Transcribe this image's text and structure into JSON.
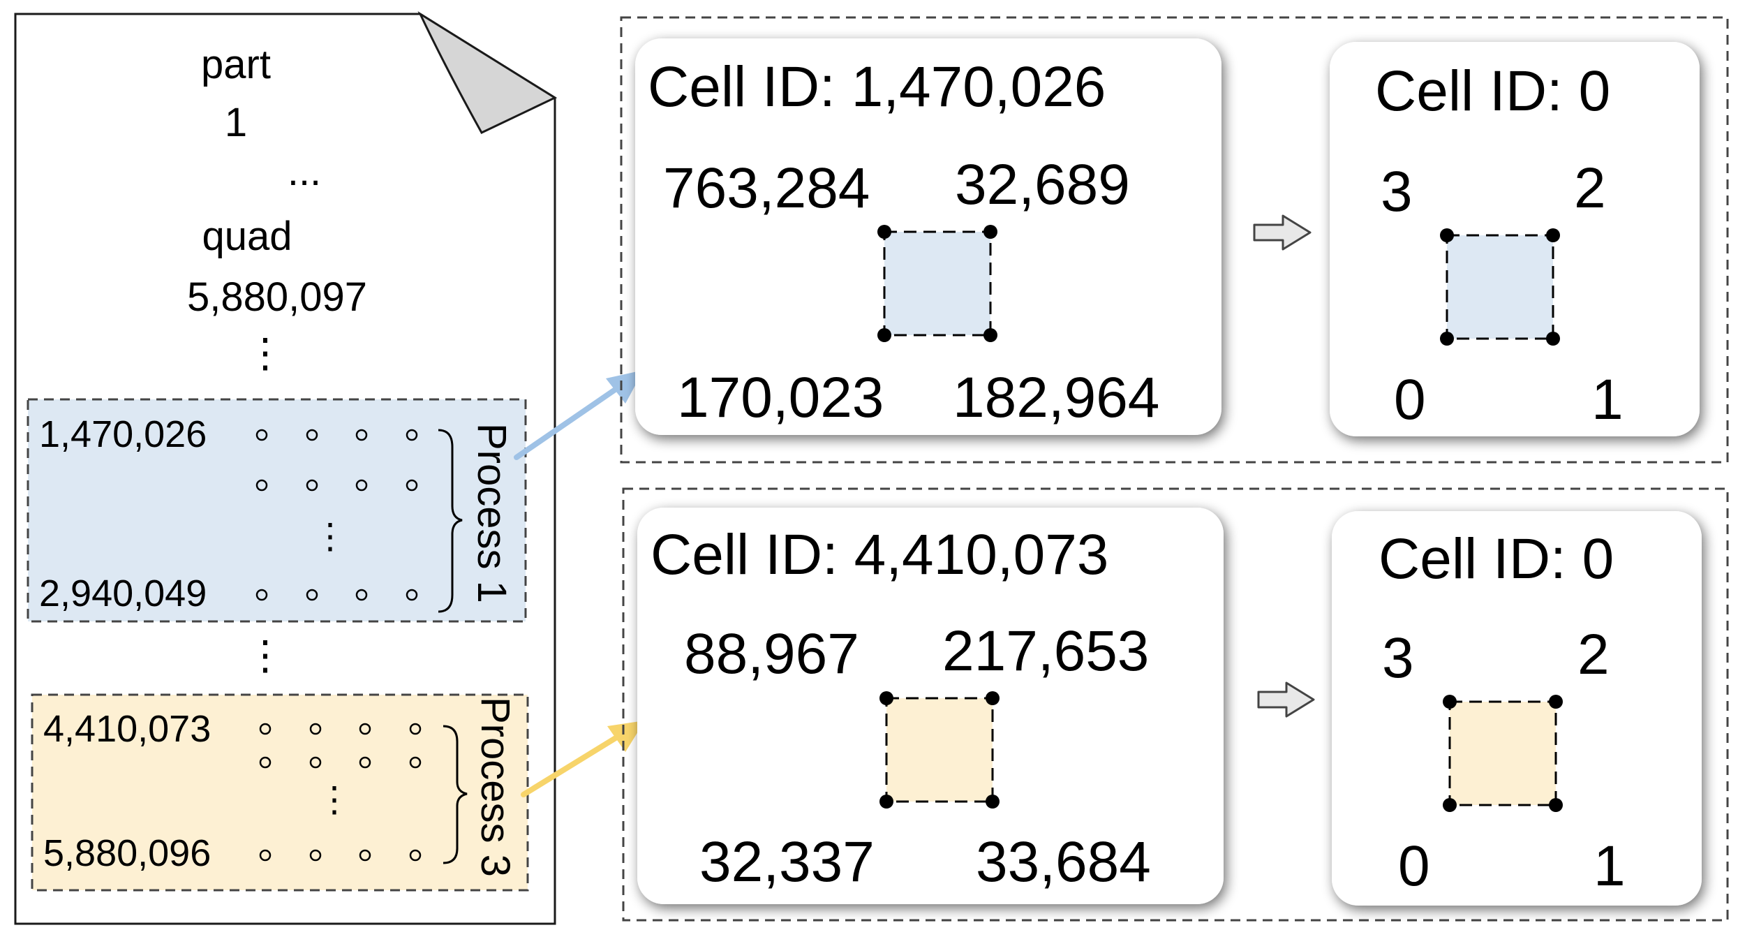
{
  "file": {
    "lines": [
      "part",
      "1",
      "...",
      "quad",
      "5,880,097",
      "⋮"
    ],
    "between_dots": "⋮",
    "blocks": [
      {
        "first_id": "1,470,026",
        "last_id": "2,940,049",
        "vdots": "⋮",
        "process_label": "Process 1",
        "fill": "#dde8f3",
        "arrow_color": "#9fc2e6"
      },
      {
        "first_id": "4,410,073",
        "last_id": "5,880,096",
        "vdots": "⋮",
        "process_label": "Process 3",
        "fill": "#fdf0d3",
        "arrow_color": "#f7d46a"
      }
    ]
  },
  "panels": [
    {
      "global": {
        "title": "Cell ID: 1,470,026",
        "top_left": "763,284",
        "top_right": "32,689",
        "bottom_left": "170,023",
        "bottom_right": "182,964"
      },
      "local": {
        "title": "Cell ID: 0",
        "top_left": "3",
        "top_right": "2",
        "bottom_left": "0",
        "bottom_right": "1"
      },
      "fill": "#dde8f3"
    },
    {
      "global": {
        "title": "Cell ID: 4,410,073",
        "top_left": "88,967",
        "top_right": "217,653",
        "bottom_left": "32,337",
        "bottom_right": "33,684"
      },
      "local": {
        "title": "Cell ID: 0",
        "top_left": "3",
        "top_right": "2",
        "bottom_left": "0",
        "bottom_right": "1"
      },
      "fill": "#fdf0d3"
    }
  ]
}
